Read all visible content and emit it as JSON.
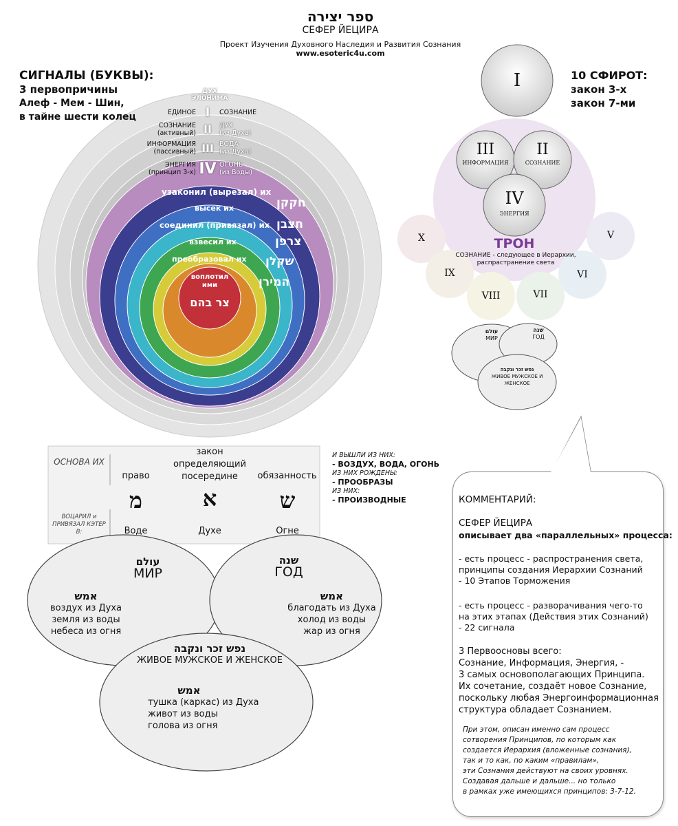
{
  "header": {
    "title_he": "ספר יצירה",
    "title_ru": "СЕФЕР ЙЕЦИРА",
    "subtitle": "Проект Изучения Духовного Наследия и Развития Сознания",
    "site": "www.esoteric4u.com"
  },
  "signals": {
    "title": "СИГНАЛЫ (БУКВЫ):",
    "line1": "3 первопричины",
    "line2": "Алеф - Мем - Шин,",
    "line3": "в тайне шести колец"
  },
  "rings": {
    "top_label": "ДУХ ЭЛОНИМА",
    "rows": [
      {
        "left": "ЕДИНОЕ",
        "num": "I",
        "right": "СОЗНАНИЕ"
      },
      {
        "left": "СОЗНАНИЕ",
        "left_sub": "(активный)",
        "num": "II",
        "right": "ДУХ",
        "right_sub": "(из Духа)"
      },
      {
        "left": "ИНФОРМАЦИЯ",
        "left_sub": "(пассивный)",
        "num": "III",
        "right": "ВОДА",
        "right_sub": "(из Духа)"
      },
      {
        "left": "ЭНЕРГИЯ",
        "left_sub": "(принцип 3-х)",
        "num": "IV",
        "right": "ОГОНЬ",
        "right_sub": "(из Воды)"
      }
    ],
    "actions": [
      {
        "ru": "узаконил (вырезал) их",
        "he": "חקקן"
      },
      {
        "ru": "высек их",
        "he": "חצבן"
      },
      {
        "ru": "соединил (привязал) их",
        "he": "צרפן"
      },
      {
        "ru": "взвесил их",
        "he": "שקלן"
      },
      {
        "ru": "преобразовал их",
        "he": "המירן"
      }
    ],
    "center_ru": "воплотил ими",
    "center_he": "צר בהם",
    "colors": [
      "#9b5aa8",
      "#3b3d8f",
      "#3f6fc2",
      "#3ab5c9",
      "#3ea650",
      "#d6cc3a",
      "#d9892c",
      "#c2303a"
    ]
  },
  "sefirot": {
    "title": "10 СФИРОТ:",
    "line1": "закон 3-х",
    "line2": "закон 7-ми",
    "items": {
      "I": "I",
      "II": "II",
      "III": "III",
      "IV": "IV",
      "V": "V",
      "VI": "VI",
      "VII": "VII",
      "VIII": "VIII",
      "IX": "IX",
      "X": "X"
    },
    "II_sub": "СОЗНАНИЕ",
    "III_sub": "ИНФОРМАЦИЯ",
    "IV_sub": "ЭНЕРГИЯ",
    "throne": "ТРОН",
    "throne_desc1": "СОЗНАНИЕ - следующее в Иерархии,",
    "throne_desc2": "распрастранение света"
  },
  "small_venn": {
    "a_he": "עולם",
    "a_ru": "МИР",
    "b_he": "שנה",
    "b_ru": "ГОД",
    "c_he": "נפש זכר ונקבה",
    "c_ru": "ЖИВОЕ МУЖСКОЕ И ЖЕНСКОЕ"
  },
  "table": {
    "row_label1": "ОСНОВА ИХ",
    "row_label2": "ВОЦАРИЛ и ПРИВЯЗАЛ КЭТЕР В:",
    "cols": [
      {
        "head": "право",
        "letter": "מ",
        "elem": "Воде"
      },
      {
        "head": "закон определяющий посередине",
        "letter": "א",
        "elem": "Духе"
      },
      {
        "head": "обязанность",
        "letter": "ש",
        "elem": "Огне"
      }
    ]
  },
  "outcome": {
    "l1": "И ВЫШЛИ ИЗ НИХ:",
    "l2": "- ВОЗДУХ, ВОДА, ОГОНЬ",
    "l3": "ИЗ НИХ РОЖДЕНЫ:",
    "l4": "- ПРООБРАЗЫ",
    "l5": "ИЗ НИХ:",
    "l6": "- ПРОИЗВОДНЫЕ"
  },
  "venn": {
    "world_he": "עולם",
    "world_ru": "МИР",
    "world_amsh": "אמש",
    "world_lines": [
      "воздух из Духа",
      "земля из воды",
      "небеса из огня"
    ],
    "year_he": "שנה",
    "year_ru": "ГОД",
    "year_amsh": "אמש",
    "year_lines": [
      "благодать из Духа",
      "холод из воды",
      "жар из огня"
    ],
    "soul_he": "נפש זכר ונקבה",
    "soul_ru": "ЖИВОЕ МУЖСКОЕ И ЖЕНСКОЕ",
    "soul_amsh": "אמש",
    "soul_lines": [
      "тушка (каркас) из Духа",
      "живот из воды",
      "голова из огня"
    ]
  },
  "comment": {
    "title": "КОММЕНТАРИЙ:",
    "b1": "СЕФЕР ЙЕЦИРА",
    "b2": "описывает два «параллельных» процесса:",
    "p1": [
      "- есть процесс -  распространения света,",
      "принципы создания Иерархии Сознаний",
      "- 10 Этапов Торможения"
    ],
    "p2": [
      "- есть процесс -  разворачивания чего-то",
      "на этих этапах  (Действия этих Сознаний)",
      "- 22 сигнала"
    ],
    "p3": [
      " 3 Первоосновы всего:",
      "Сознание, Информация, Энергия, -",
      "3 самых основополагающих Принципа.",
      "Их сочетание, создаёт новое Сознание,",
      "поскольку любая Энергоинформационная",
      "структура обладает Сознанием."
    ],
    "p4": [
      "При этом, описан именно сам процесс",
      "сотворения Принципов, по которым как",
      "создается Иерархия (вложенные сознания),",
      "так и то как, по каким «правилам»,",
      "эти Сознания действуют на своих уровнях.",
      "Создавая дальше и  дальше... но только",
      "в рамках уже имеющихся принципов: 3-7-12."
    ]
  }
}
